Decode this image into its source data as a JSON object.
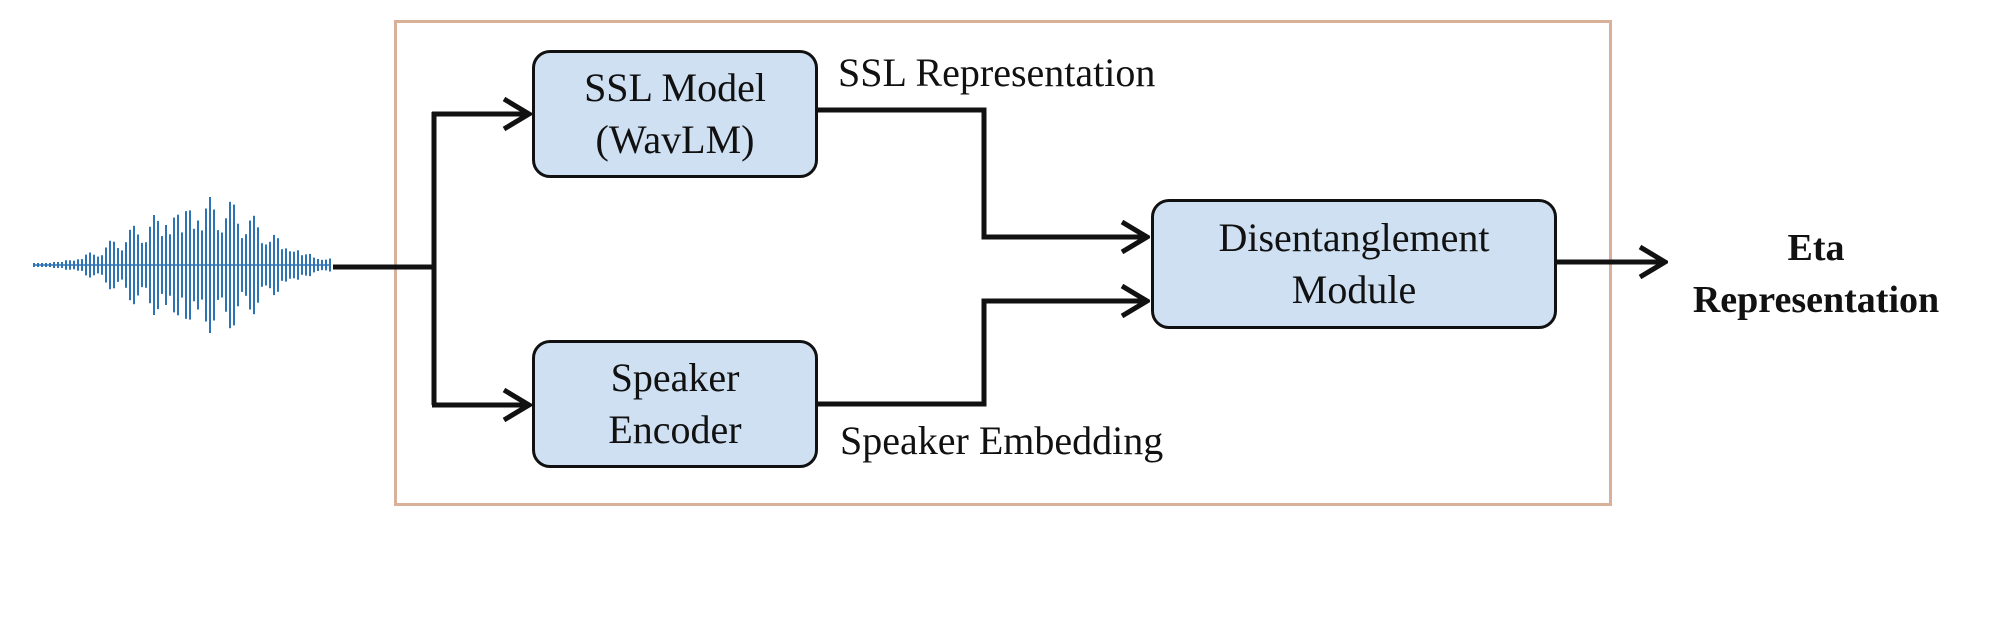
{
  "colors": {
    "box_fill": "#cfe0f2",
    "frame_border": "#d9b09a",
    "waveform": "#2e74b5",
    "line": "#111111"
  },
  "input": {
    "icon": "audio-waveform-icon"
  },
  "ssl_model": {
    "line1": "SSL Model",
    "line2": "(WavLM)"
  },
  "speaker_encoder": {
    "line1": "Speaker",
    "line2": "Encoder"
  },
  "disentanglement": {
    "line1": "Disentanglement",
    "line2": "Module"
  },
  "edges": {
    "ssl_representation": "SSL Representation",
    "speaker_embedding": "Speaker Embedding"
  },
  "output": {
    "line1": "Eta",
    "line2": "Representation"
  }
}
